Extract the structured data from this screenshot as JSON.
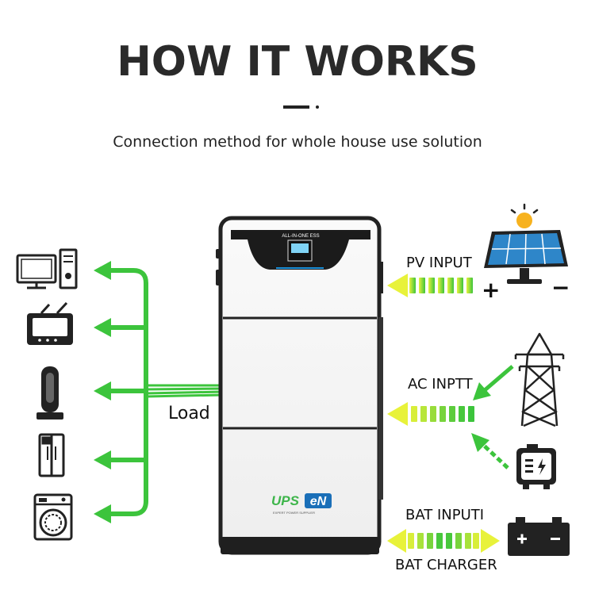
{
  "header": {
    "title": "HOW IT WORKS",
    "subtitle": "Connection method for whole house use solution"
  },
  "device": {
    "panel_label": "ALL-IN-ONE ESS",
    "brand_left": "UPS",
    "brand_right": "eN",
    "brand_tagline": "EXPERT POWER SUPPLIER"
  },
  "labels": {
    "load": "Load",
    "pv_input": "PV INPUT",
    "ac_input": "AC INPTT",
    "bat_input": "BAT INPUTI",
    "bat_charger": "BAT CHARGER",
    "plus": "+",
    "minus": "−"
  },
  "colors": {
    "arrow_green": "#3cc43c",
    "arrow_yellow": "#e8f23a",
    "device_blue": "#1a8fd8",
    "brand_green": "#3db54a",
    "icon_dark": "#222222"
  },
  "icons": [
    "computer-icon",
    "tv-icon",
    "tower-fan-icon",
    "refrigerator-icon",
    "washing-machine-icon",
    "solar-panel-icon",
    "transmission-tower-icon",
    "generator-icon",
    "battery-icon"
  ]
}
